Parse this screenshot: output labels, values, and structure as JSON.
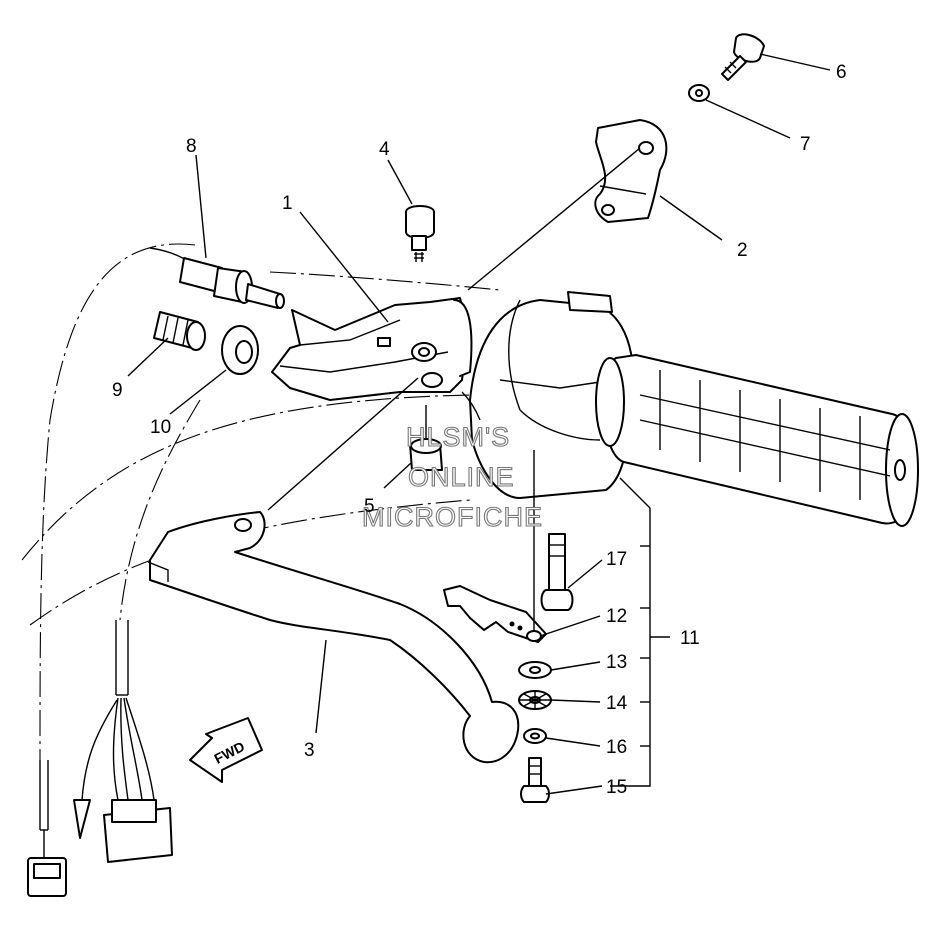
{
  "callouts": {
    "c1": "1",
    "c2": "2",
    "c3": "3",
    "c4": "4",
    "c5": "5",
    "c6": "6",
    "c7": "7",
    "c8": "8",
    "c9": "9",
    "c10": "10",
    "c11": "11",
    "c12": "12",
    "c13": "13",
    "c14": "14",
    "c15": "15",
    "c16": "16",
    "c17": "17"
  },
  "direction_marker": "FWD",
  "watermark": {
    "line1": "HLSM'S",
    "line2": "ONLINE",
    "line3": "MICROFICHE"
  },
  "colors": {
    "line": "#000000",
    "background": "#ffffff",
    "watermark_outline": "#777777"
  }
}
